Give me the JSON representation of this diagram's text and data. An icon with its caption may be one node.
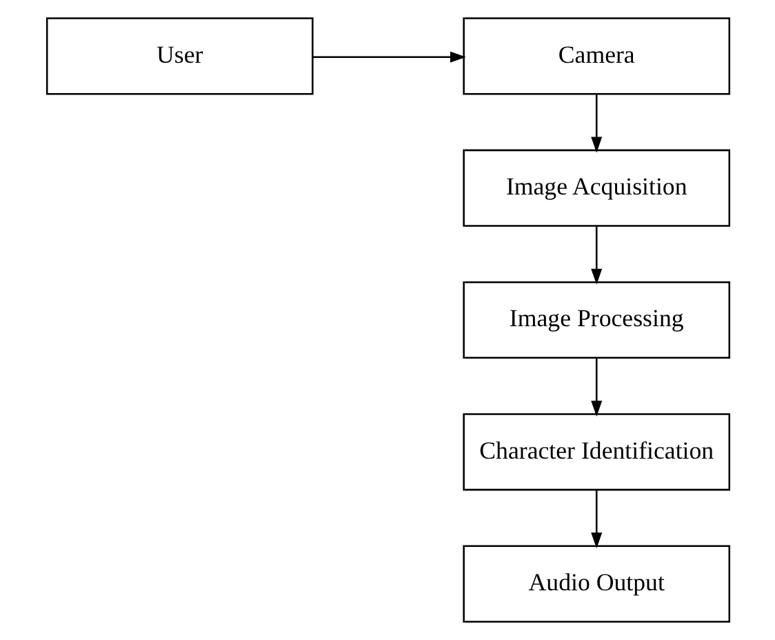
{
  "diagram": {
    "nodes": [
      {
        "text": [
          "User"
        ]
      },
      {
        "text": [
          "Camera"
        ]
      },
      {
        "text": [
          "Image Acquisition"
        ]
      },
      {
        "text": [
          "Image Processing"
        ]
      },
      {
        "text": [
          "Character Identification"
        ]
      },
      {
        "text": [
          "Audio Output"
        ]
      }
    ],
    "edges": [
      {
        "from": 0,
        "to": 1,
        "arrow": "to"
      },
      {
        "from": 1,
        "to": 2,
        "arrow": "to"
      },
      {
        "from": 2,
        "to": 3,
        "arrow": "to"
      },
      {
        "from": 3,
        "to": 4,
        "arrow": "to"
      },
      {
        "from": 4,
        "to": 5,
        "arrow": "to"
      }
    ]
  }
}
